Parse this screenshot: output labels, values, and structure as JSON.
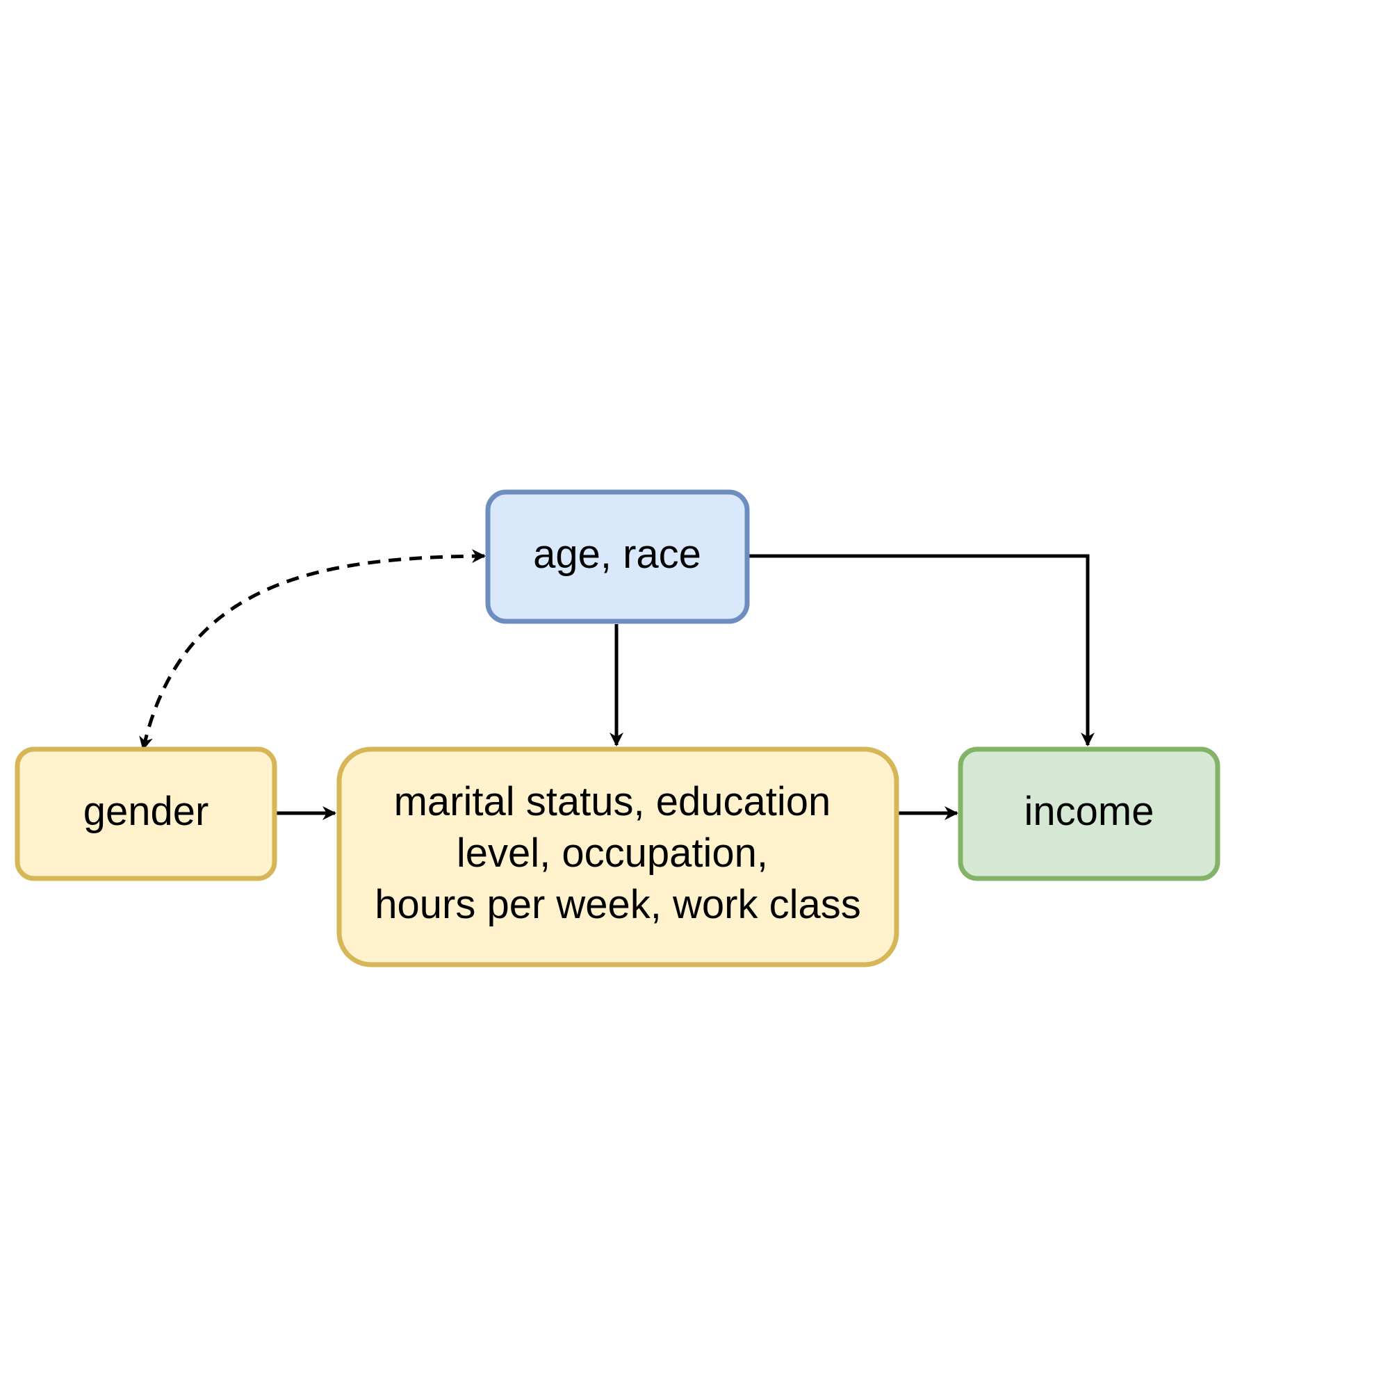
{
  "nodes": {
    "age_race": {
      "lines": [
        "age, race"
      ],
      "fill": "#dae8fc",
      "stroke": "#6c8ebf"
    },
    "gender": {
      "lines": [
        "gender"
      ],
      "fill": "#fff2cc",
      "stroke": "#d6b656"
    },
    "mediators": {
      "lines": [
        "marital status, education",
        "level, occupation,",
        "hours per week, work class"
      ],
      "fill": "#fff2cc",
      "stroke": "#d6b656"
    },
    "income": {
      "lines": [
        "income"
      ],
      "fill": "#d5e8d4",
      "stroke": "#82b366"
    }
  },
  "edges": [
    {
      "from": "age, race",
      "to": "gender",
      "style": "dashed",
      "bidirectional": true
    },
    {
      "from": "age, race",
      "to": "marital status, education level, occupation, hours per week, work class",
      "style": "solid"
    },
    {
      "from": "age, race",
      "to": "income",
      "style": "solid"
    },
    {
      "from": "gender",
      "to": "marital status, education level, occupation, hours per week, work class",
      "style": "solid"
    },
    {
      "from": "marital status, education level, occupation, hours per week, work class",
      "to": "income",
      "style": "solid"
    }
  ],
  "colors": {
    "edge": "#000000",
    "background": "#ffffff"
  }
}
